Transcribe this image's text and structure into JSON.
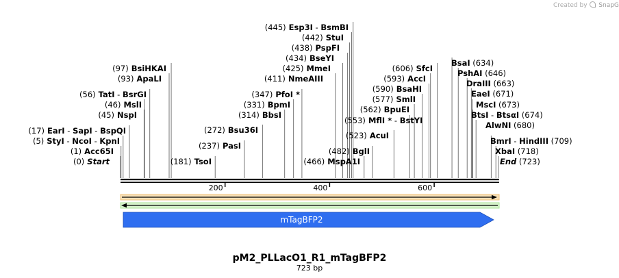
{
  "credit": {
    "created_by": "Created by",
    "brand": "SnapGene"
  },
  "map": {
    "name": "pM2_PLLacO1_R1_mTagBFP2",
    "length_label": "723 bp",
    "length": 723,
    "ticks": [
      {
        "value": 200,
        "label": "200"
      },
      {
        "value": 400,
        "label": "400"
      },
      {
        "value": 600,
        "label": "600"
      }
    ],
    "sites": [
      {
        "id": "start",
        "pos": 0,
        "parts": [
          {
            "t": "(0)",
            "s": "pos"
          },
          {
            "t": "Start",
            "s": "italic"
          }
        ]
      },
      {
        "id": "acc65i",
        "pos": 1,
        "parts": [
          {
            "t": "(1)",
            "s": "pos"
          },
          {
            "t": "Acc65I",
            "s": "nm"
          }
        ]
      },
      {
        "id": "styi",
        "pos": 5,
        "parts": [
          {
            "t": "(5)",
            "s": "pos"
          },
          {
            "t": "StyI",
            "s": "nm"
          },
          {
            "t": "-",
            "s": "sep"
          },
          {
            "t": "NcoI",
            "s": "nm"
          },
          {
            "t": "-",
            "s": "sep"
          },
          {
            "t": "KpnI",
            "s": "nm"
          }
        ]
      },
      {
        "id": "eari",
        "pos": 17,
        "parts": [
          {
            "t": "(17)",
            "s": "pos"
          },
          {
            "t": "EarI",
            "s": "nm"
          },
          {
            "t": "-",
            "s": "sep"
          },
          {
            "t": "SapI",
            "s": "nm"
          },
          {
            "t": "-",
            "s": "sep"
          },
          {
            "t": "BspQI",
            "s": "nm"
          }
        ]
      },
      {
        "id": "nspi",
        "pos": 45,
        "parts": [
          {
            "t": "(45)",
            "s": "pos"
          },
          {
            "t": "NspI",
            "s": "nm"
          }
        ]
      },
      {
        "id": "msli",
        "pos": 46,
        "parts": [
          {
            "t": "(46)",
            "s": "pos"
          },
          {
            "t": "MslI",
            "s": "nm"
          }
        ]
      },
      {
        "id": "tati",
        "pos": 56,
        "parts": [
          {
            "t": "(56)",
            "s": "pos"
          },
          {
            "t": "TatI",
            "s": "nm"
          },
          {
            "t": "-",
            "s": "sep"
          },
          {
            "t": "BsrGI",
            "s": "nm"
          }
        ]
      },
      {
        "id": "apali",
        "pos": 93,
        "parts": [
          {
            "t": "(93)",
            "s": "pos"
          },
          {
            "t": "ApaLI",
            "s": "nm"
          }
        ]
      },
      {
        "id": "bsihkai",
        "pos": 97,
        "parts": [
          {
            "t": "(97)",
            "s": "pos"
          },
          {
            "t": "BsiHKAI",
            "s": "nm"
          }
        ]
      },
      {
        "id": "tsoi",
        "pos": 181,
        "parts": [
          {
            "t": "(181)",
            "s": "pos"
          },
          {
            "t": "TsoI",
            "s": "nm"
          }
        ]
      },
      {
        "id": "pasi",
        "pos": 237,
        "parts": [
          {
            "t": "(237)",
            "s": "pos"
          },
          {
            "t": "PasI",
            "s": "nm"
          }
        ]
      },
      {
        "id": "bsu36i",
        "pos": 272,
        "parts": [
          {
            "t": "(272)",
            "s": "pos"
          },
          {
            "t": "Bsu36I",
            "s": "nm"
          }
        ]
      },
      {
        "id": "bbsi",
        "pos": 314,
        "parts": [
          {
            "t": "(314)",
            "s": "pos"
          },
          {
            "t": "BbsI",
            "s": "nm"
          }
        ]
      },
      {
        "id": "bpmi",
        "pos": 331,
        "parts": [
          {
            "t": "(331)",
            "s": "pos"
          },
          {
            "t": "BpmI",
            "s": "nm"
          }
        ]
      },
      {
        "id": "pfoi",
        "pos": 347,
        "parts": [
          {
            "t": "(347)",
            "s": "pos"
          },
          {
            "t": "PfoI *",
            "s": "nm"
          }
        ]
      },
      {
        "id": "nmeaiii",
        "pos": 411,
        "parts": [
          {
            "t": "(411)",
            "s": "pos"
          },
          {
            "t": "NmeAIII",
            "s": "nm"
          }
        ]
      },
      {
        "id": "mmei",
        "pos": 425,
        "parts": [
          {
            "t": "(425)",
            "s": "pos"
          },
          {
            "t": "MmeI",
            "s": "nm"
          }
        ]
      },
      {
        "id": "bseyi",
        "pos": 434,
        "parts": [
          {
            "t": "(434)",
            "s": "pos"
          },
          {
            "t": "BseYI",
            "s": "nm"
          }
        ]
      },
      {
        "id": "pspfi",
        "pos": 438,
        "parts": [
          {
            "t": "(438)",
            "s": "pos"
          },
          {
            "t": "PspFI",
            "s": "nm"
          }
        ]
      },
      {
        "id": "stui",
        "pos": 442,
        "parts": [
          {
            "t": "(442)",
            "s": "pos"
          },
          {
            "t": "StuI",
            "s": "nm"
          }
        ]
      },
      {
        "id": "esp3i",
        "pos": 445,
        "parts": [
          {
            "t": "(445)",
            "s": "pos"
          },
          {
            "t": "Esp3I",
            "s": "nm"
          },
          {
            "t": "-",
            "s": "sep"
          },
          {
            "t": "BsmBI",
            "s": "nm"
          }
        ]
      },
      {
        "id": "mfli",
        "pos": 553,
        "parts": [
          {
            "t": "(553)",
            "s": "pos"
          },
          {
            "t": "MflI *",
            "s": "nm"
          },
          {
            "t": "-",
            "s": "sep"
          },
          {
            "t": "BstYI",
            "s": "nm"
          }
        ]
      },
      {
        "id": "mspa1i",
        "pos": 466,
        "parts": [
          {
            "t": "(466)",
            "s": "pos"
          },
          {
            "t": "MspA1I",
            "s": "nm"
          }
        ]
      },
      {
        "id": "bgli",
        "pos": 482,
        "parts": [
          {
            "t": "(482)",
            "s": "pos"
          },
          {
            "t": "BglI",
            "s": "nm"
          }
        ]
      },
      {
        "id": "acui",
        "pos": 523,
        "parts": [
          {
            "t": "(523)",
            "s": "pos"
          },
          {
            "t": "AcuI",
            "s": "nm"
          }
        ]
      },
      {
        "id": "bpuei",
        "pos": 562,
        "parts": [
          {
            "t": "(562)",
            "s": "pos"
          },
          {
            "t": "BpuEI",
            "s": "nm"
          }
        ]
      },
      {
        "id": "smli",
        "pos": 577,
        "parts": [
          {
            "t": "(577)",
            "s": "pos"
          },
          {
            "t": "SmlI",
            "s": "nm"
          }
        ]
      },
      {
        "id": "bsahi",
        "pos": 590,
        "parts": [
          {
            "t": "(590)",
            "s": "pos"
          },
          {
            "t": "BsaHI",
            "s": "nm"
          }
        ]
      },
      {
        "id": "acci",
        "pos": 593,
        "parts": [
          {
            "t": "(593)",
            "s": "pos"
          },
          {
            "t": "AccI",
            "s": "nm"
          }
        ]
      },
      {
        "id": "sfci",
        "pos": 606,
        "parts": [
          {
            "t": "(606)",
            "s": "pos"
          },
          {
            "t": "SfcI",
            "s": "nm"
          }
        ]
      },
      {
        "id": "bsai",
        "pos": 634,
        "parts": [
          {
            "t": "BsaI",
            "s": "nm"
          },
          {
            "t": "(634)",
            "s": "pos"
          }
        ]
      },
      {
        "id": "pshai",
        "pos": 646,
        "parts": [
          {
            "t": "PshAI",
            "s": "nm"
          },
          {
            "t": "(646)",
            "s": "pos"
          }
        ]
      },
      {
        "id": "draiii",
        "pos": 663,
        "parts": [
          {
            "t": "DraIII",
            "s": "nm"
          },
          {
            "t": "(663)",
            "s": "pos"
          }
        ]
      },
      {
        "id": "eaei",
        "pos": 671,
        "parts": [
          {
            "t": "EaeI",
            "s": "nm"
          },
          {
            "t": "(671)",
            "s": "pos"
          }
        ]
      },
      {
        "id": "msci",
        "pos": 673,
        "parts": [
          {
            "t": "MscI",
            "s": "nm"
          },
          {
            "t": "(673)",
            "s": "pos"
          }
        ]
      },
      {
        "id": "btsi",
        "pos": 674,
        "parts": [
          {
            "t": "BtsI",
            "s": "nm"
          },
          {
            "t": "-",
            "s": "sep"
          },
          {
            "t": "BtsαI",
            "s": "nm"
          },
          {
            "t": "(674)",
            "s": "pos"
          }
        ]
      },
      {
        "id": "alwni",
        "pos": 680,
        "parts": [
          {
            "t": "AlwNI",
            "s": "nm"
          },
          {
            "t": "(680)",
            "s": "pos"
          }
        ]
      },
      {
        "id": "bmri",
        "pos": 709,
        "parts": [
          {
            "t": "BmrI",
            "s": "nm"
          },
          {
            "t": "-",
            "s": "sep"
          },
          {
            "t": "HindIII",
            "s": "nm"
          },
          {
            "t": "(709)",
            "s": "pos"
          }
        ]
      },
      {
        "id": "xbai",
        "pos": 718,
        "parts": [
          {
            "t": "XbaI",
            "s": "nm"
          },
          {
            "t": "(718)",
            "s": "pos"
          }
        ]
      },
      {
        "id": "end",
        "pos": 723,
        "parts": [
          {
            "t": "End",
            "s": "italic"
          },
          {
            "t": "(723)",
            "s": "pos"
          }
        ]
      }
    ],
    "features": [
      {
        "id": "mtagbfp2",
        "label": "mTagBFP2",
        "start": 5,
        "end": 723,
        "color": "#2f6ef0"
      }
    ],
    "strand_colors": {
      "top": "#f2c27c",
      "bottom": "#aee59a"
    }
  }
}
